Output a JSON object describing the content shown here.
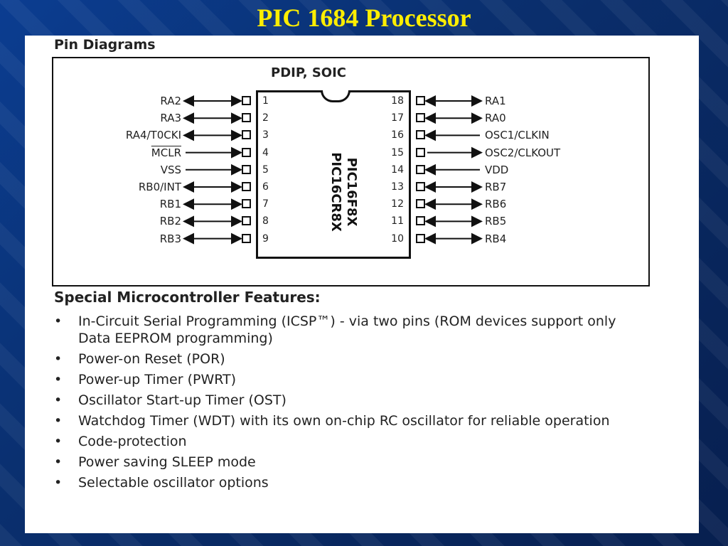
{
  "slide": {
    "title": "PIC 1684 Processor"
  },
  "pin_diagrams": {
    "heading": "Pin Diagrams",
    "package": "PDIP, SOIC",
    "chip_names": [
      "PIC16F8X",
      "PIC16CR8X"
    ],
    "left_pins": [
      {
        "num": "1",
        "name": "RA2",
        "dir": "bidir"
      },
      {
        "num": "2",
        "name": "RA3",
        "dir": "bidir"
      },
      {
        "num": "3",
        "name": "RA4/T0CKI",
        "dir": "bidir"
      },
      {
        "num": "4",
        "name": "MCLR",
        "dir": "in"
      },
      {
        "num": "5",
        "name": "VSS",
        "dir": "in"
      },
      {
        "num": "6",
        "name": "RB0/INT",
        "dir": "bidir"
      },
      {
        "num": "7",
        "name": "RB1",
        "dir": "bidir"
      },
      {
        "num": "8",
        "name": "RB2",
        "dir": "bidir"
      },
      {
        "num": "9",
        "name": "RB3",
        "dir": "bidir"
      }
    ],
    "right_pins": [
      {
        "num": "18",
        "name": "RA1",
        "dir": "bidir"
      },
      {
        "num": "17",
        "name": "RA0",
        "dir": "bidir"
      },
      {
        "num": "16",
        "name": "OSC1/CLKIN",
        "dir": "in"
      },
      {
        "num": "15",
        "name": "OSC2/CLKOUT",
        "dir": "out"
      },
      {
        "num": "14",
        "name": "VDD",
        "dir": "in"
      },
      {
        "num": "13",
        "name": "RB7",
        "dir": "bidir"
      },
      {
        "num": "12",
        "name": "RB6",
        "dir": "bidir"
      },
      {
        "num": "11",
        "name": "RB5",
        "dir": "bidir"
      },
      {
        "num": "10",
        "name": "RB4",
        "dir": "bidir"
      }
    ]
  },
  "features": {
    "heading": "Special Microcontroller Features:",
    "bullet": "•",
    "items": [
      "In-Circuit Serial Programming (ICSP™) - via two pins (ROM devices support only Data EEPROM programming)",
      "Power-on Reset (POR)",
      "Power-up Timer (PWRT)",
      "Oscillator Start-up Timer (OST)",
      "Watchdog Timer (WDT) with its own on-chip RC oscillator for reliable operation",
      "Code-protection",
      "Power saving SLEEP mode",
      "Selectable oscillator options"
    ]
  },
  "colors": {
    "title": "#ffee00",
    "background": "#0a2f6e",
    "panel": "#ffffff"
  }
}
